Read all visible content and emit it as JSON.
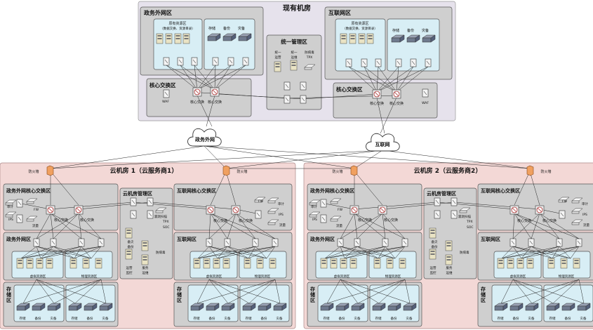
{
  "existing": {
    "title": "现有机房",
    "gov_zone": "政务外网区",
    "gov_res": [
      "原有资源区",
      "（数据交换、资源目录）"
    ],
    "store_labels": [
      "存储",
      "备份",
      "灾备"
    ],
    "internet_zone": "互联网区",
    "inet_res": [
      "原有资源区",
      "（数据交换、资源目录）"
    ],
    "mgmt": "统一管理区",
    "mgmt_items": [
      "统一",
      "运营",
      "统一",
      "运维",
      "防病毒",
      "TPX"
    ],
    "core_zone": "核心交换区",
    "core_label": "核心交换",
    "waf": "WAF"
  },
  "clouds": {
    "gov": "政务外网",
    "inet": "互联网"
  },
  "dc1": {
    "title": "云机房 1（云服务商1）",
    "firewall": "防火墙",
    "gov_core": "政务外网核心交换区",
    "mgmt": "云机房管理区",
    "inet_core": "互联网核心交换区",
    "core_label": "核心交换",
    "left_devices": [
      "审计",
      "IPS",
      "FW",
      "流量"
    ],
    "right_devices": [
      "FW",
      "审计",
      "IPS",
      "流量"
    ],
    "mgmt_devices": [
      "漏洞扫描",
      "TPX",
      "SOC",
      "备灾",
      "备份",
      "防病毒",
      "运营",
      "监控",
      "服务",
      "运维"
    ],
    "gov_zone": "政务外网区",
    "inet_zone": "互联网区",
    "res_a": "虚拟资源区",
    "res_b": "物理资源区",
    "storage": "存储区",
    "store_labels": [
      "存储",
      "备份",
      "灾备"
    ]
  },
  "dc2": {
    "title": "云机房 2（云服务商2）",
    "firewall": "防火墙",
    "gov_core": "政务外网核心交换区",
    "mgmt": "云机房管理区",
    "inet_core": "互联网核心交换区",
    "core_label": "核心交换",
    "left_devices": [
      "审计",
      "IPS",
      "FW",
      "流量"
    ],
    "right_devices": [
      "FW",
      "审计",
      "IPS",
      "流量"
    ],
    "mgmt_devices": [
      "漏洞扫描",
      "TPX",
      "SOC",
      "备灾",
      "备份",
      "防病毒",
      "运营",
      "监控",
      "服务",
      "运维"
    ],
    "gov_zone": "政务外网区",
    "inet_zone": "互联网区",
    "res_a": "虚拟资源区",
    "res_b": "物理资源区",
    "storage": "存储区",
    "store_labels": [
      "存储",
      "备份",
      "灾备"
    ]
  }
}
